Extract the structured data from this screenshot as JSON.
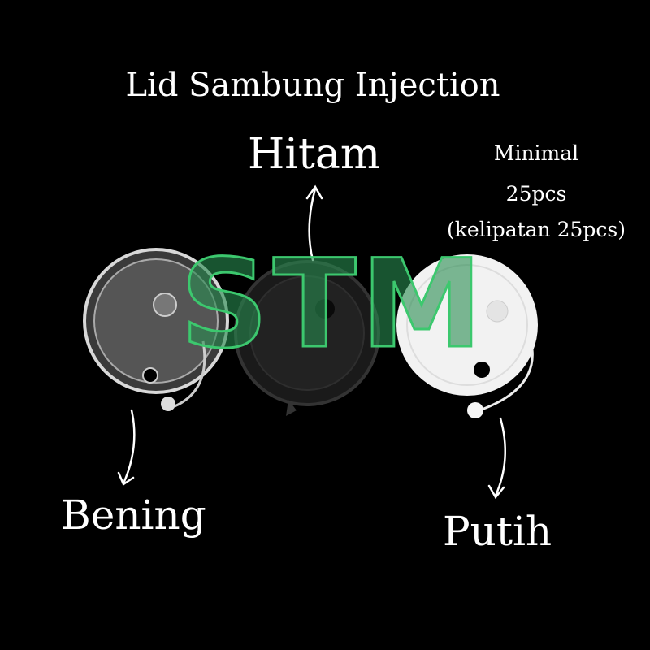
{
  "title": "Lid Sambung Injection",
  "variants": {
    "black": {
      "label": "Hitam",
      "color": "#151515"
    },
    "clear": {
      "label": "Bening",
      "color": "#d8d8d8"
    },
    "white": {
      "label": "Putih",
      "color": "#f2f2f2"
    }
  },
  "minimum_order": {
    "line1": "Minimal",
    "line2": "25pcs",
    "line3": "(kelipatan 25pcs)"
  },
  "watermark": "STM",
  "watermark_color": "#3cc86e"
}
